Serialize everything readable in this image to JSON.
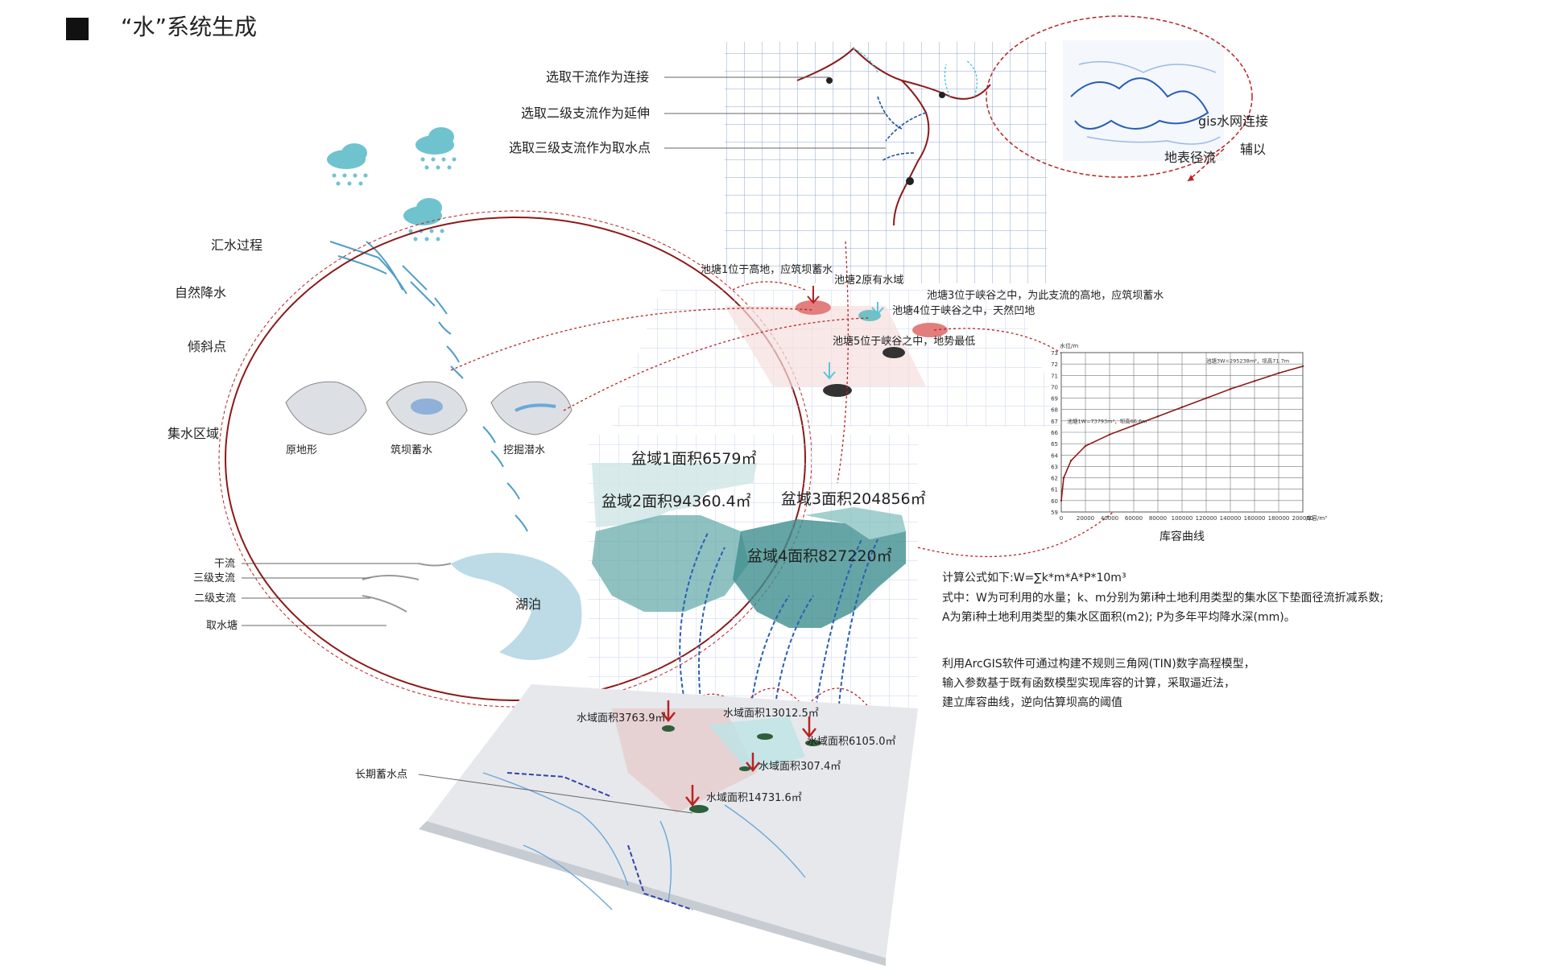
{
  "title": "“水”系统生成",
  "network": {
    "l1": "选取干流作为连接",
    "l2": "选取二级支流作为延伸",
    "l3": "选取三级支流作为取水点",
    "gis1": "gis水网连接",
    "gis2": "辅以",
    "gis3": "地表径流"
  },
  "left": {
    "p1": "汇水过程",
    "p2": "自然降水",
    "p3": "倾斜点",
    "p4": "集水区域",
    "t1": "原地形",
    "t2": "筑坝蓄水",
    "t3": "挖掘潜水"
  },
  "legend": {
    "a": "干流",
    "b": "三级支流",
    "c": "二级支流",
    "d": "取水塘",
    "lake": "湖泊"
  },
  "ponds": {
    "p1": "池塘1位于高地，应筑坝蓄水",
    "p2": "池塘2原有水域",
    "p3": "池塘3位于峡谷之中，为此支流的高地，应筑坝蓄水",
    "p4": "池塘4位于峡谷之中，天然凹地",
    "p5": "池塘5位于峡谷之中，地势最低"
  },
  "basins": {
    "b1": "盆域1面积6579㎡",
    "b2": "盆域2面积94360.4㎡",
    "b3": "盆域3面积204856㎡",
    "b4": "盆域4面积827220㎡"
  },
  "water": {
    "w1": "水域面积3763.9㎡",
    "w2": "水域面积13012.5㎡",
    "w3": "水域面积6105.0㎡",
    "w4": "水域面积307.4㎡",
    "w5": "水域面积14731.6㎡",
    "store": "长期蓄水点"
  },
  "text": {
    "f1": "计算公式如下:W=∑k*m*A*P*10m³",
    "f2": "式中：W为可利用的水量；k、m分别为第i种土地利用类型的集水区下垫面径流折减系数;",
    "f3": "A为第i种土地利用类型的集水区面积(m2); P为多年平均降水深(mm)。",
    "g1": "利用ArcGIS软件可通过构建不规则三角网(TIN)数字高程模型，",
    "g2": "输入参数基于既有函数模型实现库容的计算，采取逼近法，",
    "g3": "建立库容曲线，逆向估算坝高的阈值"
  },
  "chart_data": {
    "type": "line",
    "title": "库容曲线",
    "xlabel": "库容/m³",
    "ylabel": "水位/m",
    "x_ticks": [
      "0",
      "20000",
      "40000",
      "60000",
      "80000",
      "100000",
      "120000",
      "140000",
      "160000",
      "180000",
      "200000"
    ],
    "y_ticks": [
      "59",
      "60",
      "61",
      "62",
      "63",
      "64",
      "65",
      "66",
      "67",
      "68",
      "69",
      "70",
      "71",
      "72",
      "73"
    ],
    "xlim": [
      0,
      200000
    ],
    "ylim": [
      59,
      73
    ],
    "series": [
      {
        "x": [
          0,
          2000,
          8000,
          20000,
          40000,
          60000,
          80000,
          100000,
          120000,
          140000,
          160000,
          180000,
          200000
        ],
        "y": [
          60,
          62,
          63.5,
          64.8,
          65.8,
          66.6,
          67.4,
          68.2,
          69,
          69.8,
          70.5,
          71.2,
          71.8
        ]
      }
    ],
    "annotations": [
      "池塘1W=73793m³，坝高66.6m",
      "池塘3W=295238m³，坝高71.7m"
    ]
  }
}
